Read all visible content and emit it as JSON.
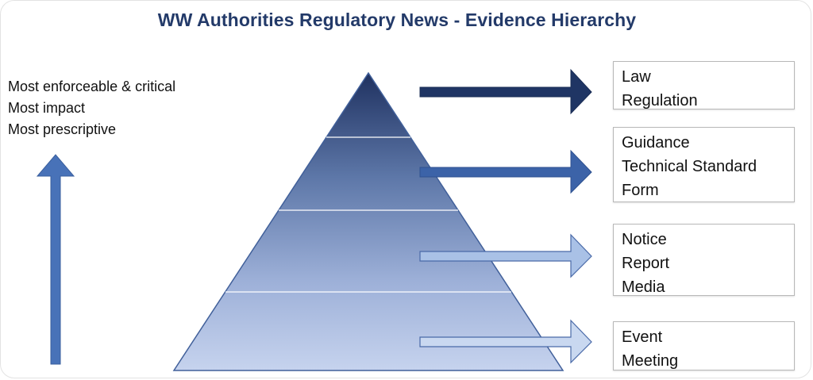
{
  "title": "WW Authorities Regulatory News - Evidence Hierarchy",
  "left_notes": [
    "Most enforceable & critical",
    "Most impact",
    "Most prescriptive"
  ],
  "levels": [
    {
      "items": [
        "Law",
        "Regulation"
      ]
    },
    {
      "items": [
        "Guidance",
        "Technical Standard",
        "Form"
      ]
    },
    {
      "items": [
        "Notice",
        "Report",
        "Media"
      ]
    },
    {
      "items": [
        "Event",
        "Meeting"
      ]
    }
  ],
  "colors": {
    "title": "#233a69",
    "pyramid_top": "#23365f",
    "pyramid_bottom": "#c3d0ec",
    "arrow_dark": "#1f3564",
    "arrow_mid": "#3c63a8",
    "arrow_light": "#a9c1e6",
    "arrow_lighter": "#c9d8f0",
    "up_arrow": "#4872b8"
  }
}
